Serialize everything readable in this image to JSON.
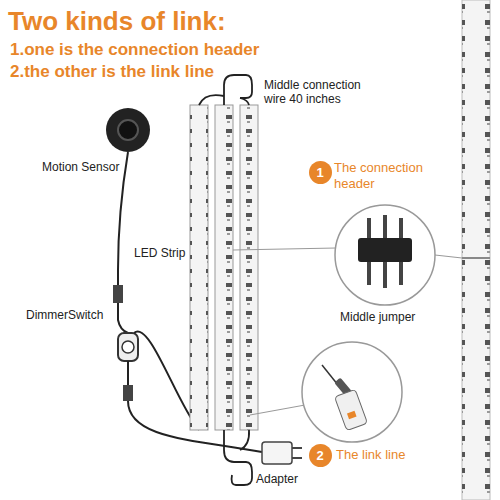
{
  "diagram": {
    "title": "Two kinds of link:",
    "nodes": [
      {
        "text": [
          "1"
        ]
      },
      {
        "text": [
          "2"
        ]
      }
    ],
    "labels": [
      "1.one is the connection header",
      "2.the other is the link line",
      "Middle connection wire 40 inches",
      "Motion Sensor",
      "LED Strip",
      "DimmerSwitch",
      "The connection header",
      "Middle jumper",
      "The link line",
      "Adapter"
    ]
  }
}
